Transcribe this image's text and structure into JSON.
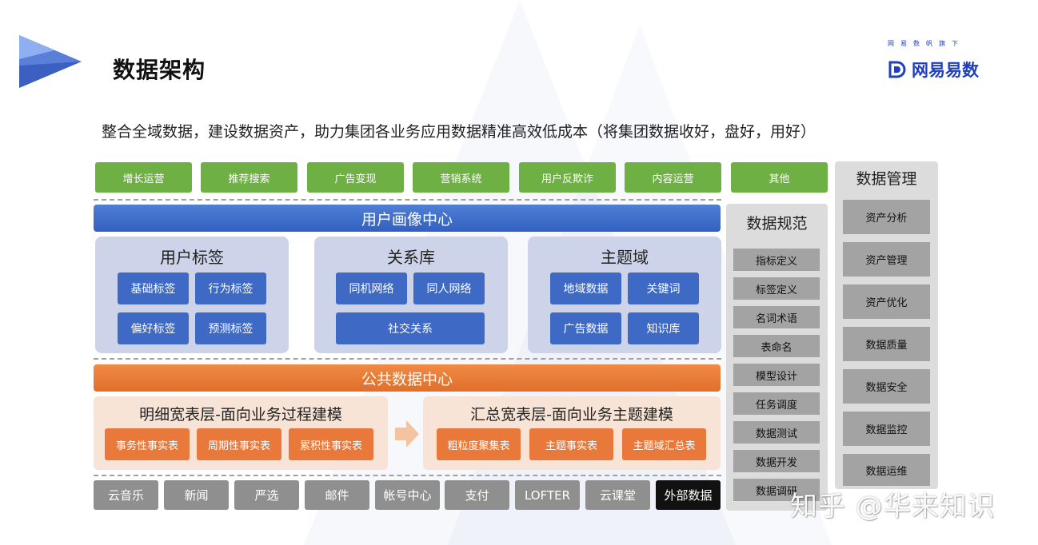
{
  "header": {
    "title": "数据架构",
    "brand_sub": "网易数帆旗下",
    "brand_name": "网易易数",
    "subtitle": "整合全域数据，建设数据资产，助力集团各业务应用数据精准高效低成本（将集团数据收好，盘好，用好）"
  },
  "apps": [
    "增长运营",
    "推荐搜索",
    "广告变现",
    "营销系统",
    "用户反欺诈",
    "内容运营",
    "其他"
  ],
  "portrait_center": {
    "title": "用户画像中心",
    "panels": [
      {
        "title": "用户标签",
        "items": [
          "基础标签",
          "行为标签",
          "偏好标签",
          "预测标签"
        ]
      },
      {
        "title": "关系库",
        "items": [
          "同机网络",
          "同人网络",
          "社交关系"
        ]
      },
      {
        "title": "主题域",
        "items": [
          "地域数据",
          "关键词",
          "广告数据",
          "知识库"
        ]
      }
    ]
  },
  "public_center": {
    "title": "公共数据中心",
    "detail_layer": {
      "title": "明细宽表层-面向业务过程建模",
      "items": [
        "事务性事实表",
        "周期性事实表",
        "累积性事实表"
      ]
    },
    "summary_layer": {
      "title": "汇总宽表层-面向业务主题建模",
      "items": [
        "粗粒度聚集表",
        "主题事实表",
        "主题域汇总表"
      ]
    }
  },
  "sources": [
    "云音乐",
    "新闻",
    "严选",
    "邮件",
    "帐号中心",
    "支付",
    "LOFTER",
    "云课堂",
    "外部数据"
  ],
  "data_standards": {
    "title": "数据规范",
    "items": [
      "指标定义",
      "标签定义",
      "名词术语",
      "表命名",
      "模型设计",
      "任务调度",
      "数据测试",
      "数据开发",
      "数据调研"
    ]
  },
  "data_management": {
    "title": "数据管理",
    "items": [
      "资产分析",
      "资产管理",
      "资产优化",
      "数据质量",
      "数据安全",
      "数据监控",
      "数据运维"
    ]
  },
  "watermark": "知乎 @华来知识",
  "colors": {
    "green": "#6fb045",
    "blue": "#3e69c4",
    "orange": "#e8793a",
    "gray": "#8f8f8f",
    "brand": "#1f3fbf"
  }
}
